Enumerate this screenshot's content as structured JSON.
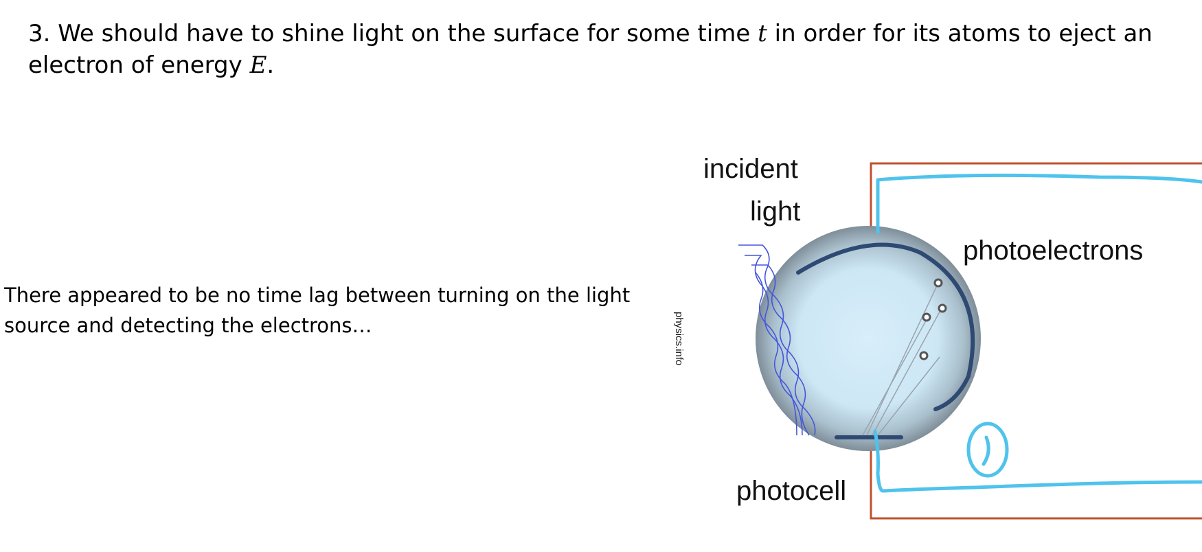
{
  "statement": {
    "number": "3.",
    "part1": "We should have to shine light on the surface for some time",
    "var_t": "t",
    "part2": "in order for its atoms to eject an electron of energy",
    "var_e": "E",
    "end": "."
  },
  "note": {
    "line1": "There appeared to be no time lag between turning on the light",
    "line2": "source and detecting the electrons…"
  },
  "figure": {
    "label_incident": "incident",
    "label_light": "light",
    "label_photoelectrons": "photoelectrons",
    "label_photocell": "photocell",
    "credit": "physics.info",
    "annotation": "1",
    "colors": {
      "circuit": "#c0502c",
      "ink": "#4fc3ec",
      "wave": "#4455dd",
      "electrode": "#2e4a73",
      "bulb_center": "#d4ecf8",
      "bulb_edge": "#7f8e99"
    }
  }
}
